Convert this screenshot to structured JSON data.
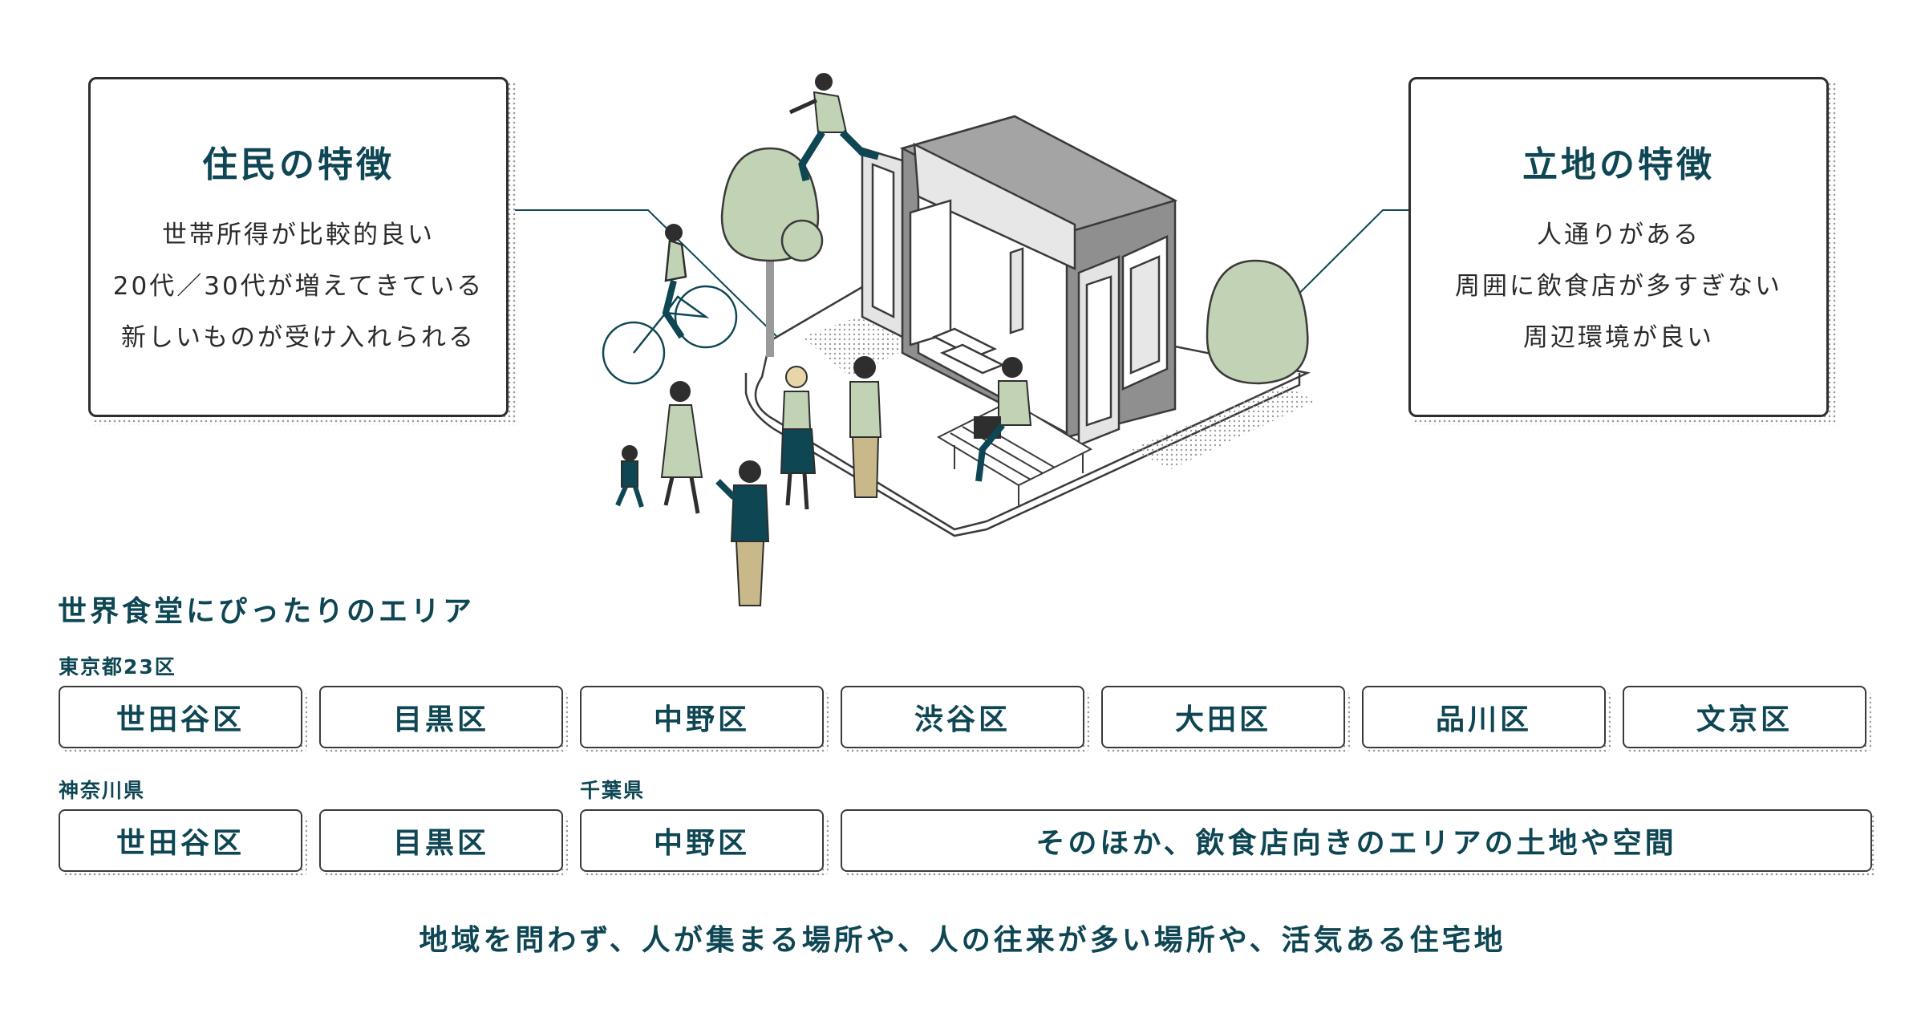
{
  "residents": {
    "title": "住民の特徴",
    "items": [
      "世帯所得が比較的良い",
      "20代／30代が増えてきている",
      "新しいものが受け入れられる"
    ]
  },
  "location": {
    "title": "立地の特徴",
    "items": [
      "人通りがある",
      "周囲に飲食店が多すぎない",
      "周辺環境が良い"
    ]
  },
  "area": {
    "heading": "世界食堂にぴったりのエリア",
    "groups": [
      {
        "label": "東京都23区",
        "chips": [
          "世田谷区",
          "目黒区",
          "中野区",
          "渋谷区",
          "大田区",
          "品川区",
          "文京区"
        ]
      },
      {
        "label": "神奈川県",
        "chips": [
          "世田谷区",
          "目黒区"
        ]
      },
      {
        "label": "千葉県",
        "chips": [
          "中野区"
        ]
      }
    ],
    "other": "そのほか、飲食店向きのエリアの土地や空間"
  },
  "footer": "地域を問わず、人が集まる場所や、人の往来が多い場所や、活気ある住宅地",
  "colors": {
    "accent": "#0f4654",
    "sage": "#c2d2b4",
    "sage_dark": "#a9bd99",
    "building": "#8f8f8f"
  }
}
